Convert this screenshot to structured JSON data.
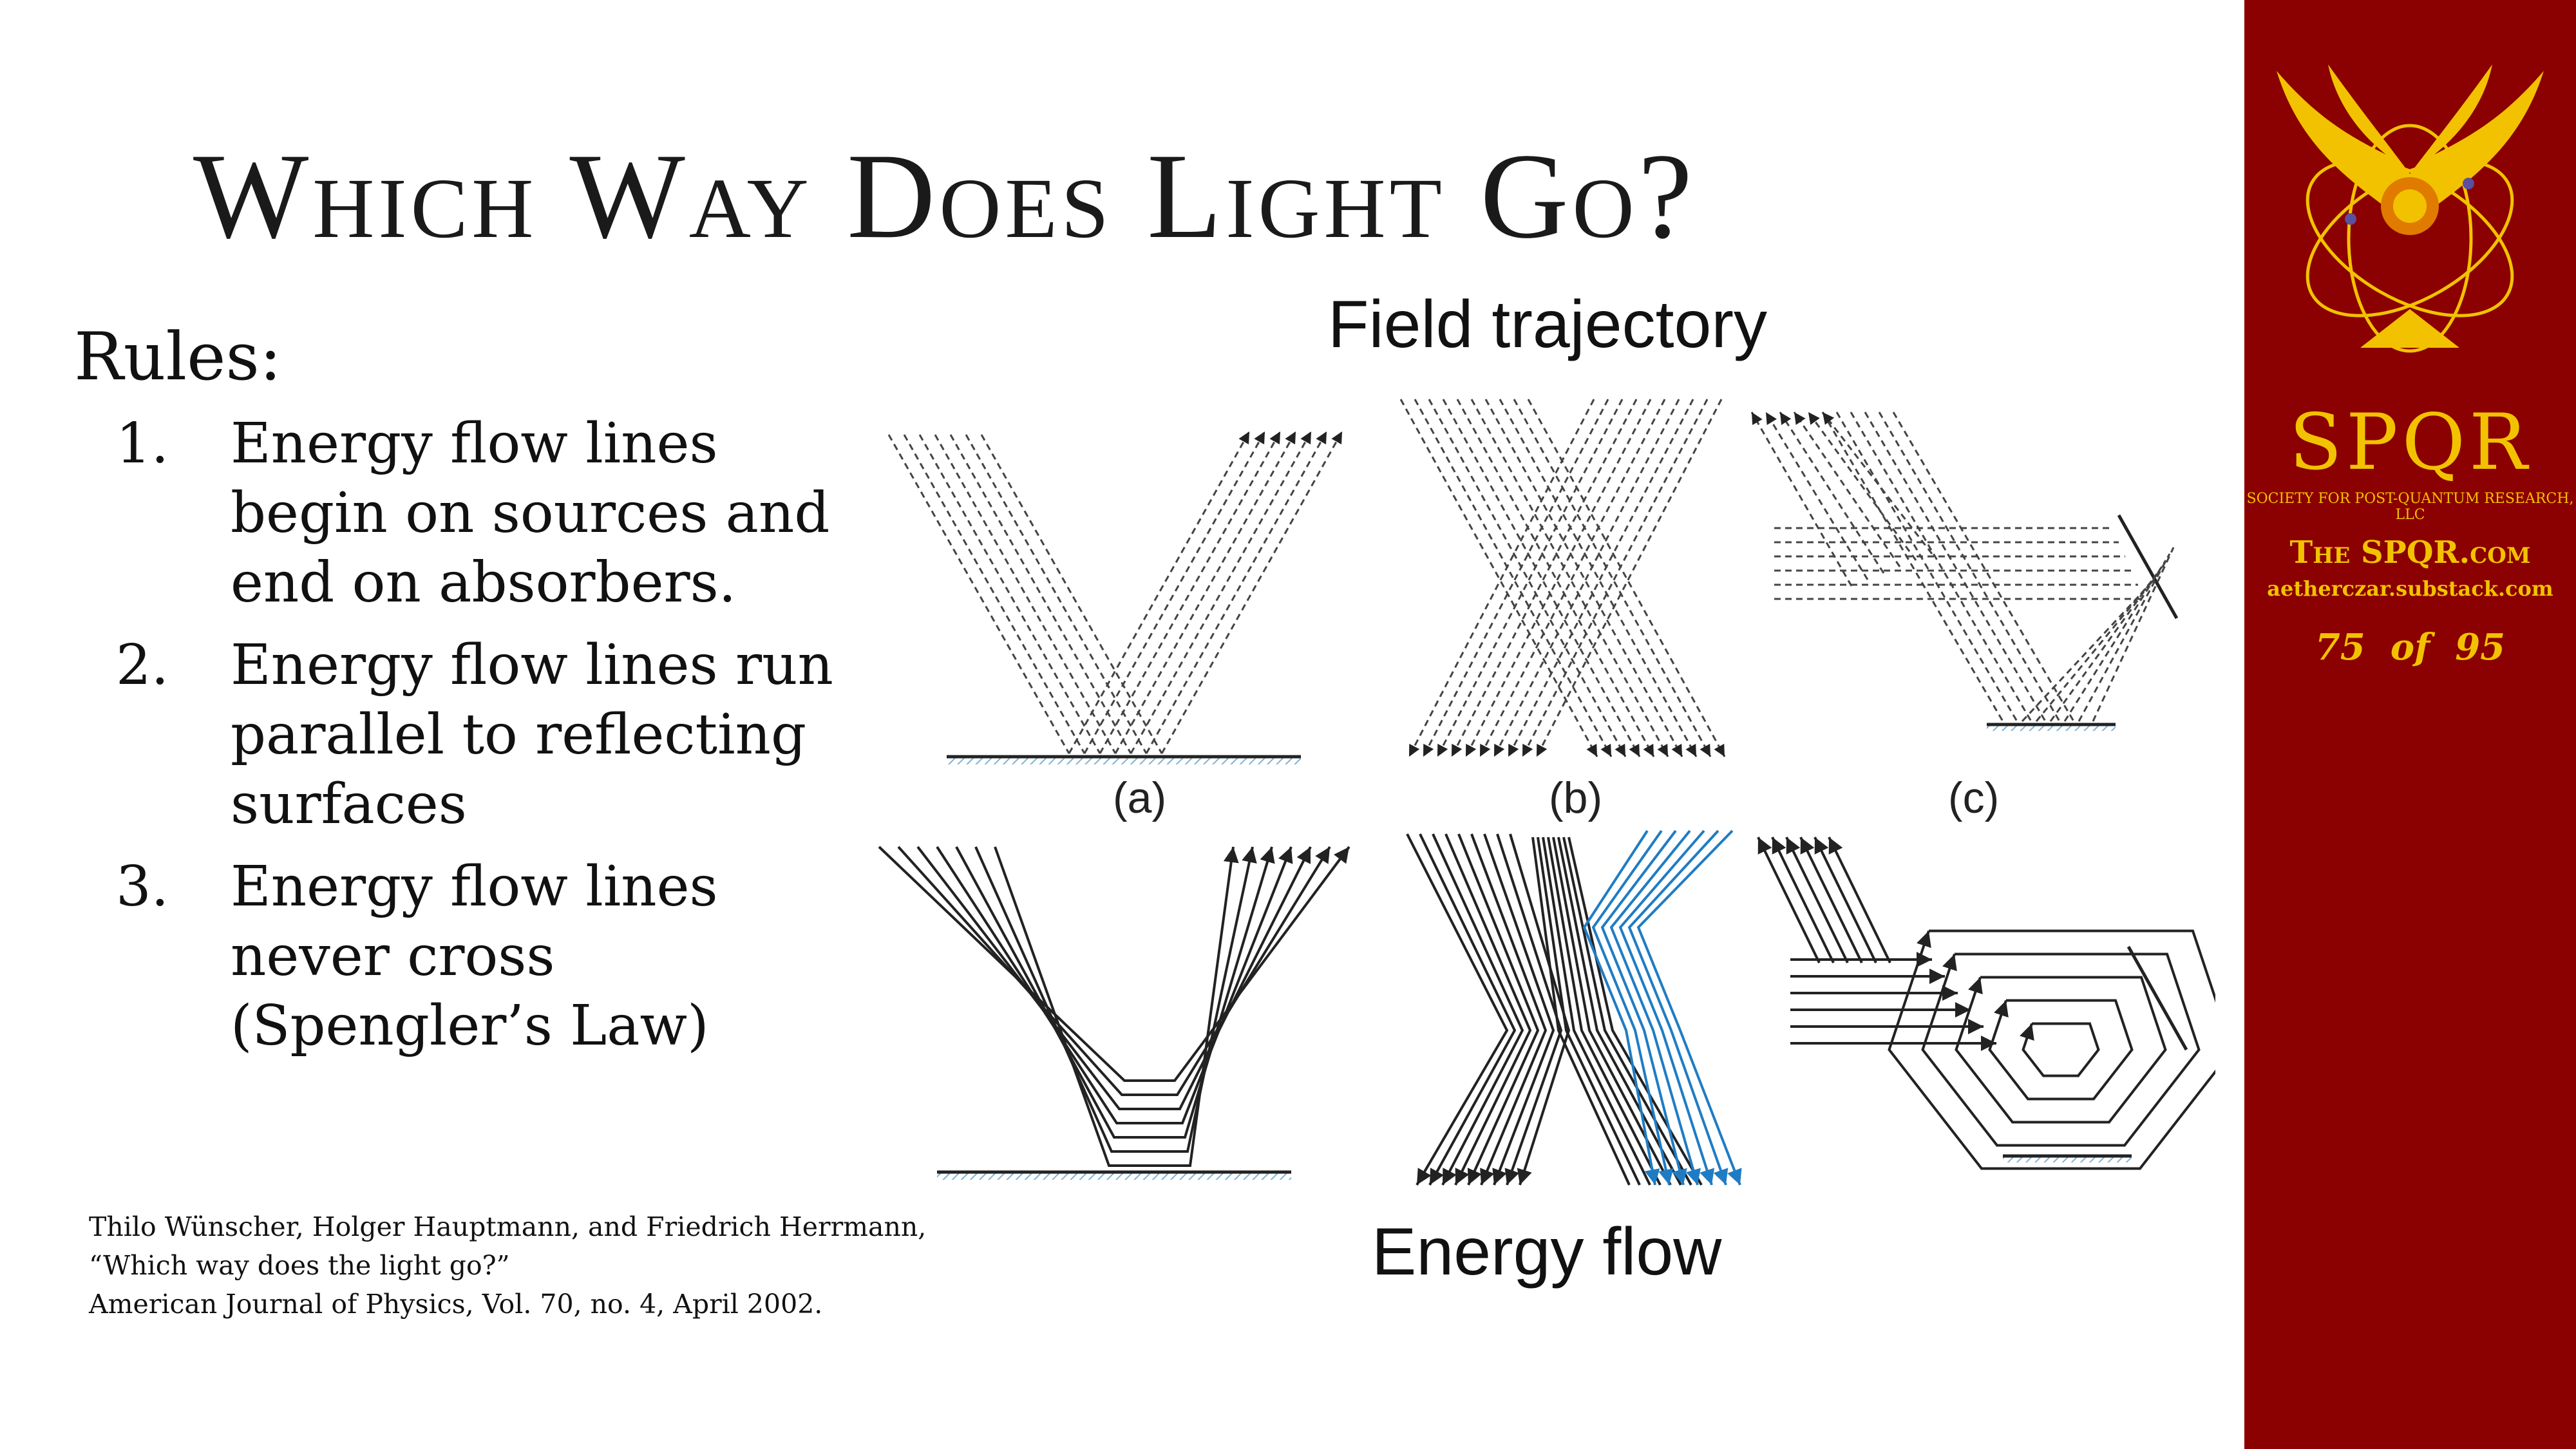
{
  "title": "Which Way Does Light Go?",
  "rules": {
    "heading": "Rules:",
    "items": [
      {
        "num": "1.",
        "line1": "Energy flow lines",
        "line2": "begin on sources and",
        "line3": "end on absorbers."
      },
      {
        "num": "2.",
        "line1": "Energy flow lines run",
        "line2": "parallel to reflecting",
        "line3": "surfaces"
      },
      {
        "num": "3.",
        "line1": "Energy flow lines",
        "line2": "never cross",
        "line3": "(Spengler’s Law)"
      }
    ]
  },
  "figure": {
    "top_caption": "Field trajectory",
    "bottom_caption": "Energy flow",
    "labels": [
      "(a)",
      "(b)",
      "(c)"
    ]
  },
  "citation": {
    "line1": "Thilo Wünscher, Holger Hauptmann, and Friedrich Herrmann,",
    "line2": "“Which way does the light go?”",
    "line3": "American Journal of Physics, Vol. 70, no. 4, April 2002."
  },
  "sidebar": {
    "logo_text": "SPQR",
    "society": "SOCIETY FOR POST-QUANTUM RESEARCH, LLC",
    "site": "The SPQR.com",
    "substack": "aetherczar.substack.com",
    "page_counter": "75  of  95"
  },
  "colors": {
    "sidebar_bg": "#8b0000",
    "gold": "#f2c200",
    "blue_flow": "#1f7cc4",
    "surface_hatch": "#7fb2d6"
  },
  "icons": [
    "spqr-phoenix-logo-icon"
  ]
}
